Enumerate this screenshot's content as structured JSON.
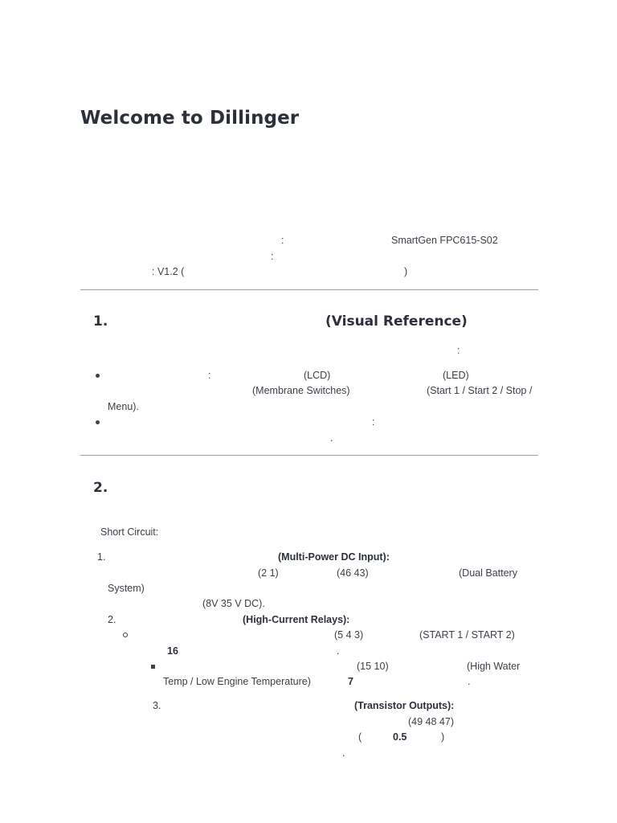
{
  "title": "Welcome to Dillinger",
  "meta": {
    "colon1": ":",
    "model": "SmartGen FPC615-S02",
    "colon2": ":",
    "version": ": V1.2 (",
    "version_close": ")"
  },
  "section1": {
    "num": "1.",
    "heading": "(Visual Reference)",
    "intro_colon": ":",
    "bullet1": {
      "colon": ":",
      "lcd": "(LCD)",
      "led": "(LED)",
      "membrane": "(Membrane Switches)",
      "buttons": "(Start 1 / Start 2 / Stop /",
      "menu": "Menu)."
    },
    "bullet2": {
      "colon": ":",
      "period": "."
    }
  },
  "section2": {
    "num": "2.",
    "short_circuit": "Short Circuit:",
    "item1": {
      "num": "1.",
      "heading": "(Multi-Power DC Input):",
      "pins": "(2    1)",
      "pins2": "(46         43)",
      "dual": "(Dual Battery",
      "system": "System)",
      "voltage": "(8V 35       V DC)."
    },
    "item2": {
      "num": "2.",
      "heading": "(High-Current Relays):",
      "sub1_pins": "(5    4    3)",
      "sub1_start": "(START 1 / START 2)",
      "sub1_value": "16",
      "sub1_period": ".",
      "sub2_pins": "(15         10)",
      "sub2_high": "(High Water",
      "sub2_temp": "Temp / Low Engine Temperature)",
      "sub2_value": "7",
      "sub2_period": "."
    },
    "item3": {
      "num": "3.",
      "heading": "(Transistor Outputs):",
      "pins": "(49    48    47)",
      "paren_open": "(",
      "value": "0.5",
      "paren_close": ")",
      "period": "."
    }
  }
}
